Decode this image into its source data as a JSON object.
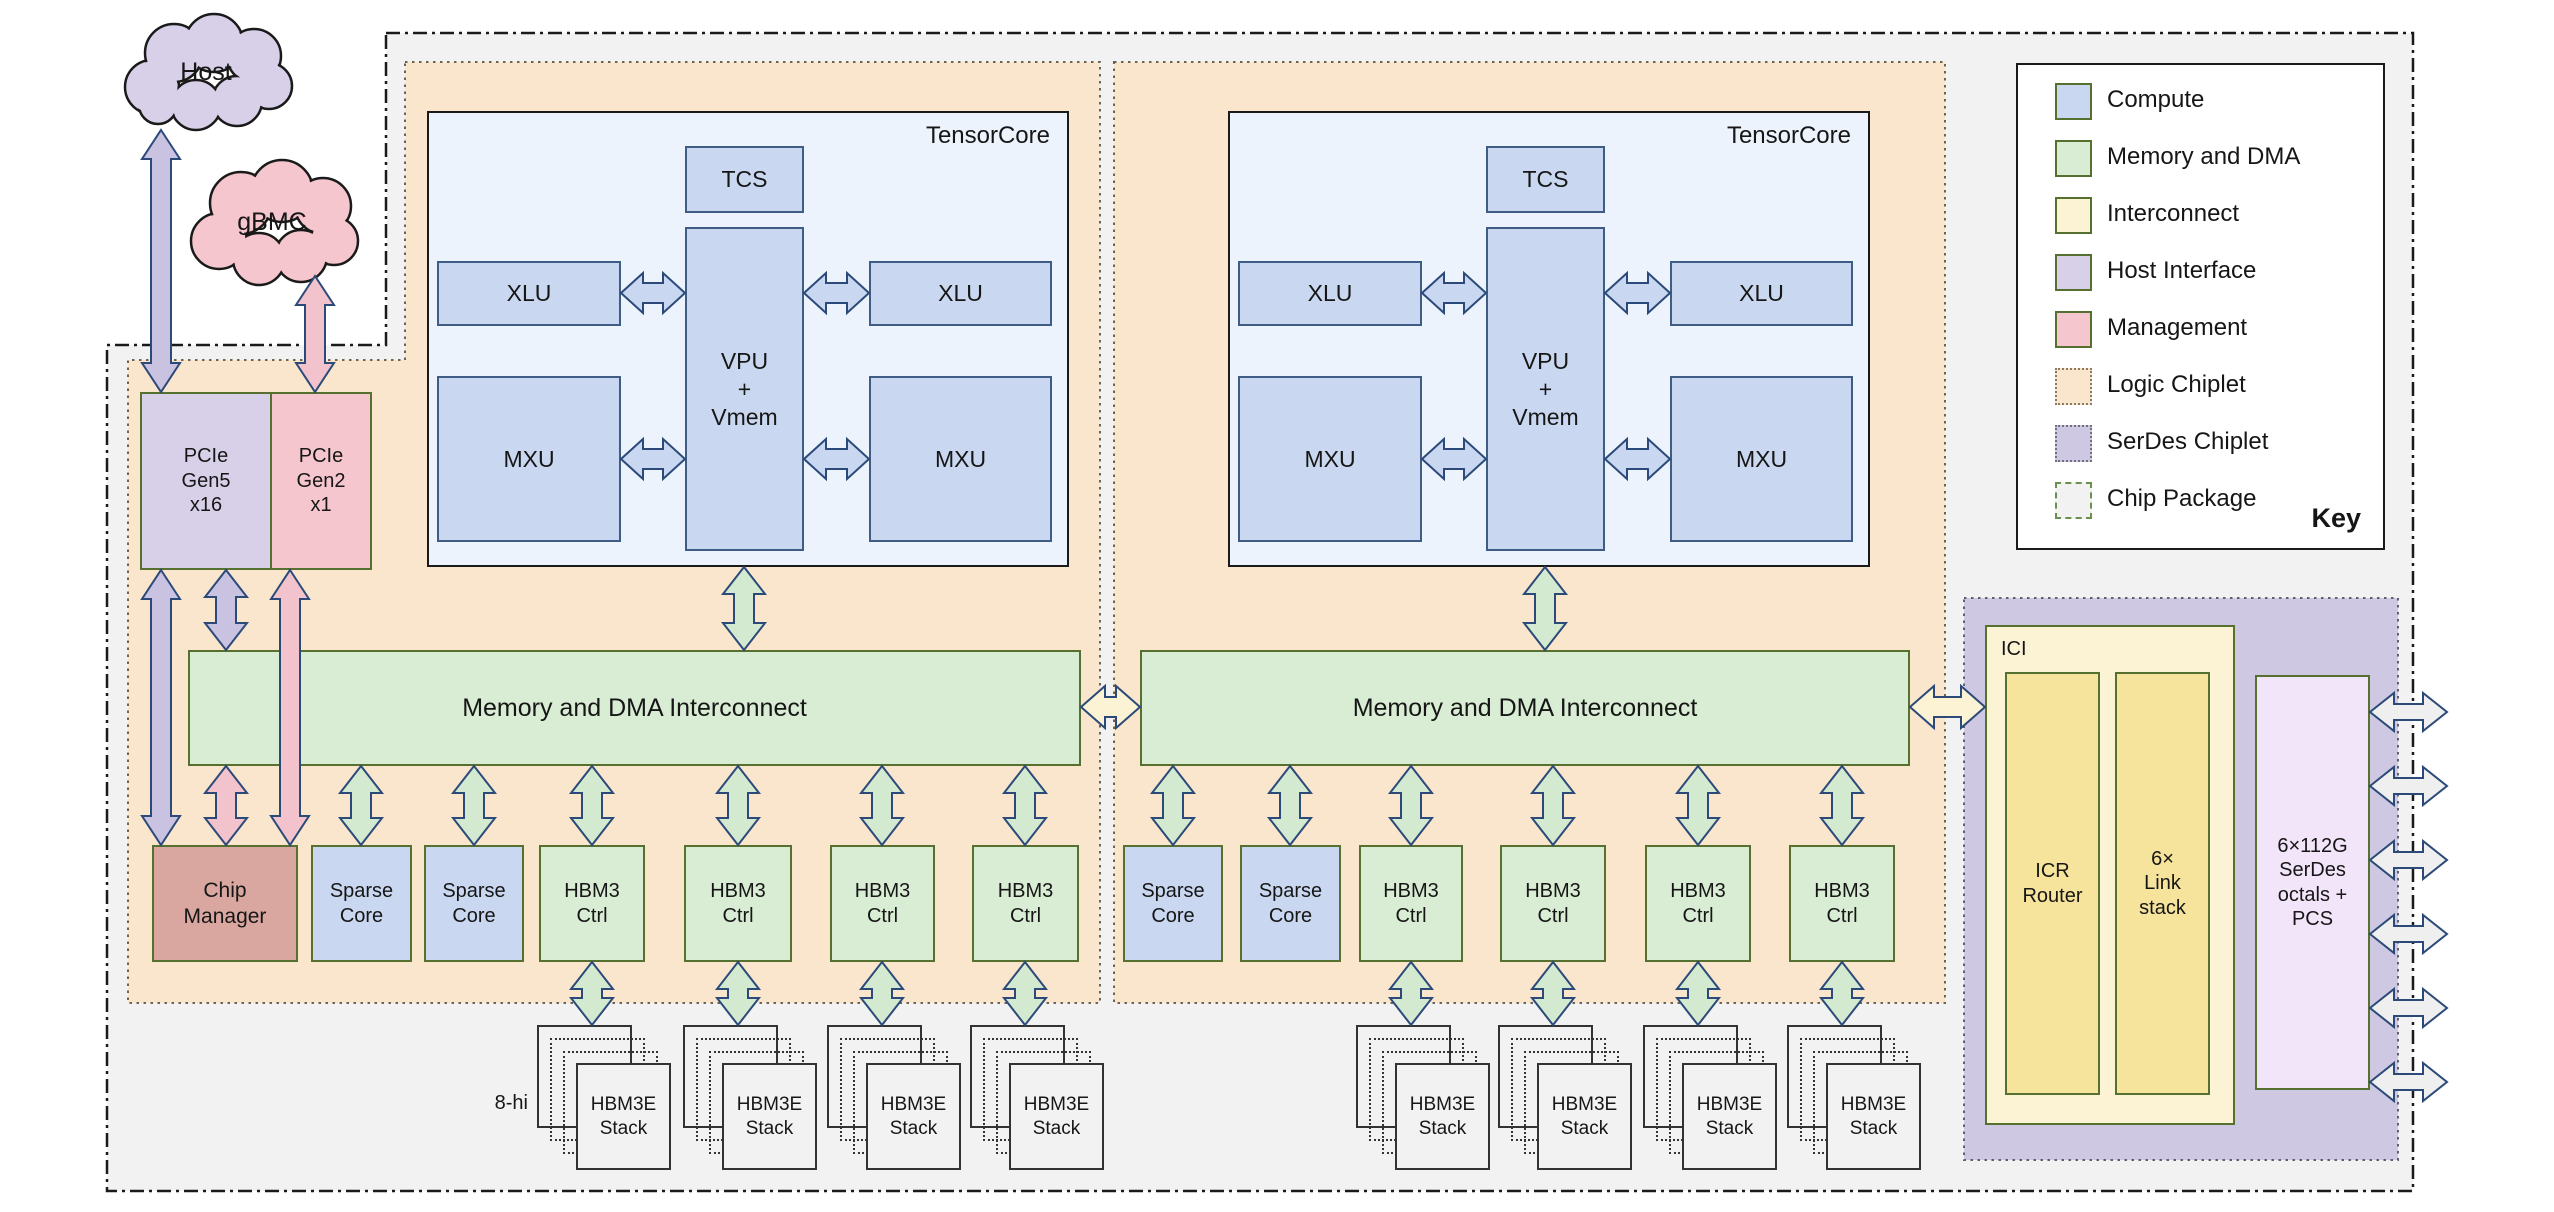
{
  "colors": {
    "compute_fill": "#c9d8f0",
    "compute_border": "#3f5c85",
    "block_border_green": "#55702f",
    "memory_fill": "#d9ecd4",
    "interconnect_fill": "#fbf3d3",
    "interconnect_deep": "#f7e49c",
    "host_interface_fill": "#d8d0e8",
    "management_fill": "#f5c6ce",
    "chip_manager_fill": "#d9a79f",
    "logic_chiplet_fill": "#fae6cd",
    "serdes_chiplet_fill": "#cfc8e2",
    "serdes_box_fill": "#f2e4f9",
    "package_fill": "#f2f2f2",
    "stack_fill": "#f2f2f2",
    "tensorcore_fill": "#edf3fc",
    "arrow_purple": "#c9c2e0",
    "arrow_pink": "#f2c3cd",
    "arrow_green": "#d4ead0",
    "arrow_blue": "#c9d8f0",
    "arrow_yellow": "#fbf3d3",
    "arrow_gray": "#efefef",
    "arrow_stroke": "#2b4a7a"
  },
  "clouds": {
    "host": "Host",
    "gbmc": "gBMC"
  },
  "host_interface": {
    "pcie_gen5": "PCIe\nGen5\nx16",
    "pcie_gen2": "PCIe\nGen2\nx1"
  },
  "tensorcore": {
    "title": "TensorCore",
    "tcs": "TCS",
    "vpu": "VPU\n+\nVmem",
    "xlu": "XLU",
    "mxu": "MXU"
  },
  "interconnect": {
    "bar_label": "Memory and DMA Interconnect"
  },
  "management": {
    "chip_manager": "Chip\nManager"
  },
  "compute": {
    "sparse_core": "Sparse\nCore"
  },
  "memory": {
    "hbm3_ctrl": "HBM3\nCtrl",
    "hbm3e_stack": "HBM3E\nStack",
    "stack_height_note": "8-hi"
  },
  "ici": {
    "label": "ICI",
    "icr_router": "ICR\nRouter",
    "link_stack": "6×\nLink\nstack"
  },
  "serdes": {
    "octals": "6×112G\nSerDes\noctals +\nPCS"
  },
  "legend": {
    "title": "Key",
    "items": [
      {
        "label": "Compute"
      },
      {
        "label": "Memory and DMA"
      },
      {
        "label": "Interconnect"
      },
      {
        "label": "Host Interface"
      },
      {
        "label": "Management"
      },
      {
        "label": "Logic Chiplet"
      },
      {
        "label": "SerDes Chiplet"
      },
      {
        "label": "Chip Package"
      }
    ]
  }
}
